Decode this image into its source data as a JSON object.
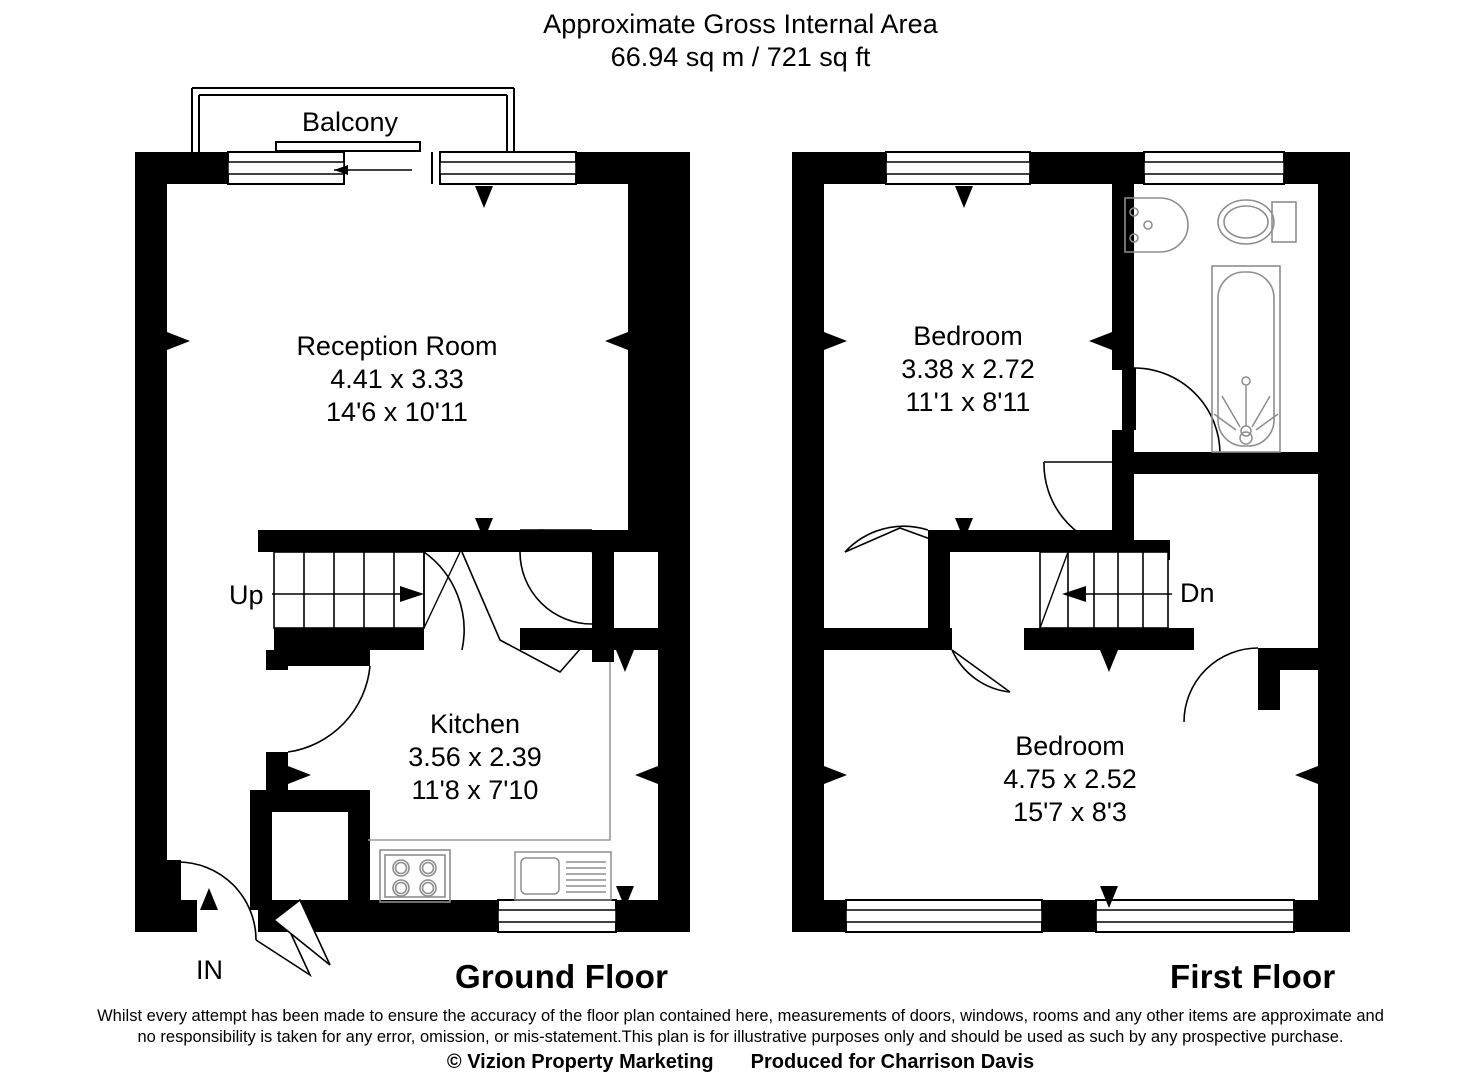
{
  "header": {
    "line1": "Approximate Gross Internal Area",
    "line2": "66.94 sq m / 721 sq ft"
  },
  "floors": [
    {
      "id": "ground",
      "name": "Ground Floor",
      "rooms": [
        {
          "name": "Reception Room",
          "metric": "4.41 x 3.33",
          "imperial": "14'6 x 10'11"
        },
        {
          "name": "Kitchen",
          "metric": "3.56 x 2.39",
          "imperial": "11'8 x 7'10"
        }
      ],
      "annotations": [
        {
          "label": "Balcony"
        },
        {
          "label": "Up"
        },
        {
          "label": "IN"
        }
      ]
    },
    {
      "id": "first",
      "name": "First Floor",
      "rooms": [
        {
          "name": "Bedroom",
          "metric": "3.38 x 2.72",
          "imperial": "11'1 x 8'11"
        },
        {
          "name": "Bedroom",
          "metric": "4.75 x 2.52",
          "imperial": "15'7 x 8'3"
        }
      ],
      "annotations": [
        {
          "label": "Dn"
        }
      ]
    }
  ],
  "fixtures": {
    "kitchen": [
      "hob-icon",
      "sink-icon"
    ],
    "bathroom": [
      "wash-basin-icon",
      "toilet-icon",
      "bathtub-icon",
      "shower-icon"
    ]
  },
  "footer": {
    "line1": "Whilst every attempt has been made to ensure the accuracy of the floor plan contained here, measurements of doors, windows, rooms and any other items are approximate and",
    "line2": "no responsibility is taken for any error, omission, or mis-statement.This plan is for illustrative purposes only and should be used as such by any prospective purchase.",
    "copyright": "© Vizion Property Marketing",
    "produced_for": "Produced for Charrison Davis"
  },
  "colors": {
    "wall": "#000000",
    "background": "#ffffff",
    "line": "#000000",
    "fixture_stroke": "#808080"
  }
}
